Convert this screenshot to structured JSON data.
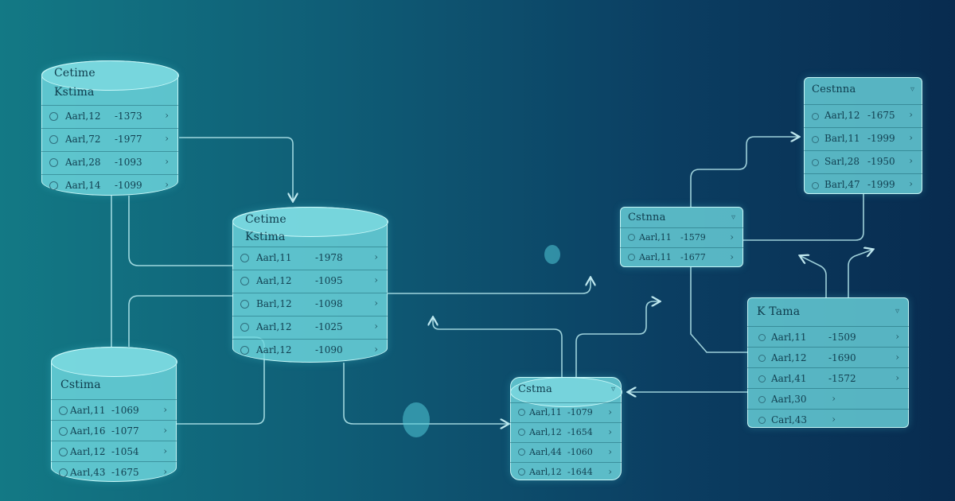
{
  "nodes": {
    "n1": {
      "title": "Cetime",
      "subtitle": "Kstima",
      "rows": [
        {
          "label": "Aarl,12",
          "value": "-1373"
        },
        {
          "label": "Aarl,72",
          "value": "-1977"
        },
        {
          "label": "Aarl,28",
          "value": "-1093"
        },
        {
          "label": "Aarl,14",
          "value": "-1099"
        }
      ]
    },
    "n2": {
      "title": "Cetime",
      "subtitle": "Kstima",
      "rows": [
        {
          "label": "Aarl,11",
          "value": "-1978"
        },
        {
          "label": "Aarl,12",
          "value": "-1095"
        },
        {
          "label": "Barl,12",
          "value": "-1098"
        },
        {
          "label": "Aarl,12",
          "value": "-1025"
        },
        {
          "label": "Aarl,12",
          "value": "-1090"
        }
      ]
    },
    "n3": {
      "title": "Cstima",
      "rows": [
        {
          "label": "Aarl,11",
          "value": "-1069"
        },
        {
          "label": "Aarl,16",
          "value": "-1077"
        },
        {
          "label": "Aarl,12",
          "value": "-1054"
        },
        {
          "label": "Aarl,43",
          "value": "-1675"
        }
      ]
    },
    "n4": {
      "title": "Cstma",
      "rows": [
        {
          "label": "Aarl,11",
          "value": "-1079"
        },
        {
          "label": "Aarl,12",
          "value": "-1654"
        },
        {
          "label": "Aarl,44",
          "value": "-1060"
        },
        {
          "label": "Aarl,12",
          "value": "-1644"
        }
      ]
    },
    "n5": {
      "title": "Cstnna",
      "rows": [
        {
          "label": "Aarl,11",
          "value": "-1579"
        },
        {
          "label": "Aarl,11",
          "value": "-1677"
        }
      ]
    },
    "n6": {
      "title": "Cestnna",
      "rows": [
        {
          "label": "Aarl,12",
          "value": "-1675"
        },
        {
          "label": "Barl,11",
          "value": "-1999"
        },
        {
          "label": "Sarl,28",
          "value": "-1950"
        },
        {
          "label": "Barl,47",
          "value": "-1999"
        }
      ]
    },
    "n7": {
      "title": "K Tama",
      "rows": [
        {
          "label": "Aarl,11",
          "value": "-1509"
        },
        {
          "label": "Aarl,12",
          "value": "-1690"
        },
        {
          "label": "Aarl,41",
          "value": "-1572"
        },
        {
          "label": "Aarl,30",
          "value": ""
        },
        {
          "label": "Carl,43",
          "value": ""
        }
      ]
    }
  }
}
